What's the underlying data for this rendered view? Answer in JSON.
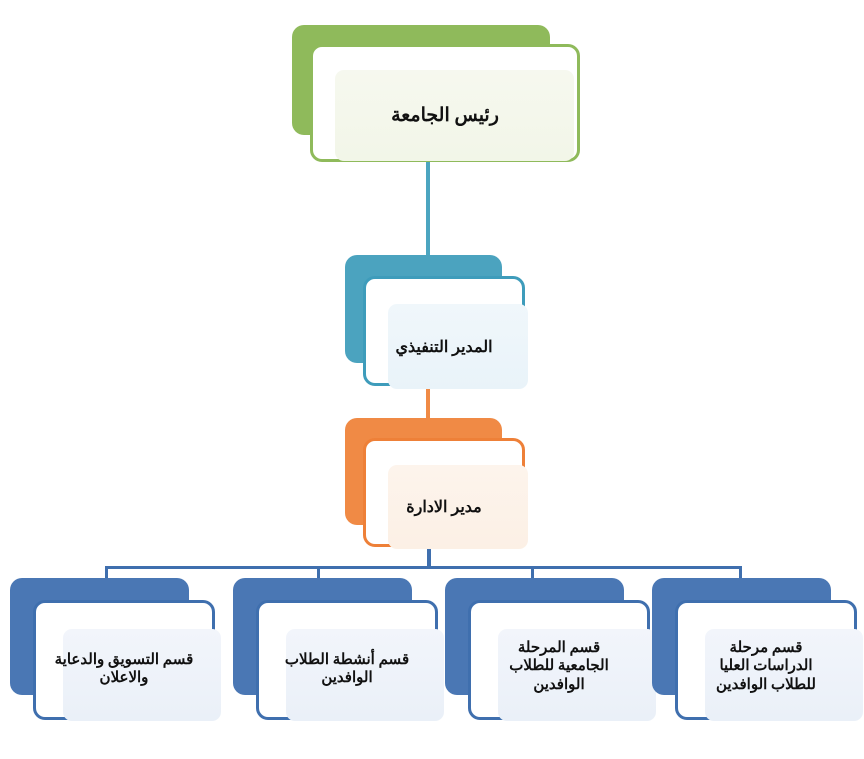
{
  "chart_title": "",
  "colors": {
    "green": "#8FBA5B",
    "teal": "#4BA3BF",
    "orange": "#F08A45",
    "blue": "#4A77B4",
    "blue_line": "#3F6FAE",
    "text": "#111111",
    "background": "#FFFFFF"
  },
  "nodes": {
    "president": {
      "label": "رئيس الجامعة",
      "level": 1,
      "color": "#8FBA5B"
    },
    "executive": {
      "label": "المدير التنفيذي",
      "level": 2,
      "color": "#4BA3BF"
    },
    "admin": {
      "label": "مدير الادارة",
      "level": 3,
      "color": "#F08A45"
    },
    "leaves": [
      {
        "label": "قسم التسويق والدعاية\nوالاعلان",
        "color": "#4A77B4"
      },
      {
        "label": "قسم أنشطة الطلاب\nالوافدين",
        "color": "#4A77B4"
      },
      {
        "label": "قسم المرحلة\nالجامعية للطلاب\nالوافدين",
        "color": "#4A77B4"
      },
      {
        "label": "قسم مرحلة\nالدراسات العليا\nللطلاب الوافدين",
        "color": "#4A77B4"
      }
    ]
  }
}
